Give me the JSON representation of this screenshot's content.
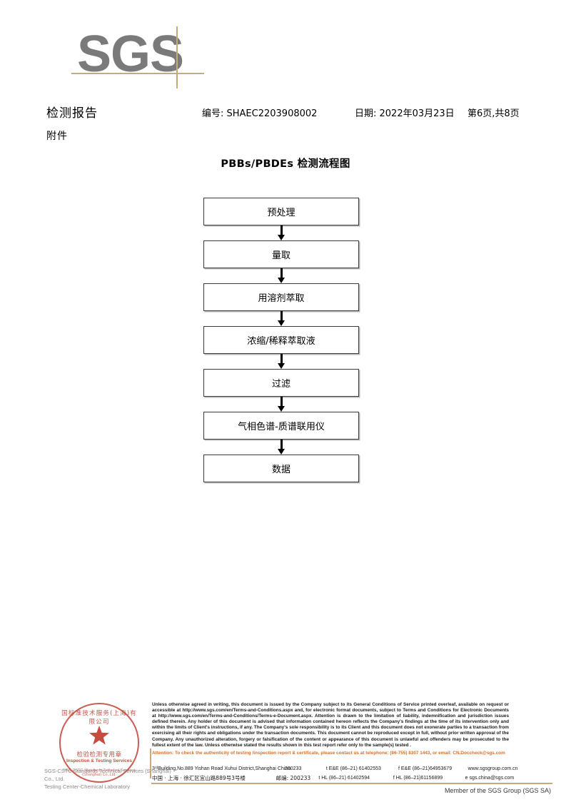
{
  "logo": {
    "text": "SGS",
    "accent_color": "#c9a87c",
    "text_color": "#7a7a7a"
  },
  "header": {
    "title": "检测报告",
    "subtitle": "附件",
    "report_no": "编号: SHAEC2203908002",
    "date": "日期: 2022年03月23日",
    "page": "第6页,共8页"
  },
  "flowchart": {
    "title": "PBBs/PBDEs 检测流程图",
    "steps": [
      {
        "label": "预处理"
      },
      {
        "label": "量取"
      },
      {
        "label": "用溶剂萃取"
      },
      {
        "label": "浓缩/稀释萃取液"
      },
      {
        "label": "过滤"
      },
      {
        "label": "气相色谱-质谱联用仪"
      },
      {
        "label": "数据"
      }
    ]
  },
  "stamp": {
    "arc_top": "国标准技术服务(上海)有限公司",
    "center_cn": "检验检测专用章",
    "center_en": "Inspection & Testing Services",
    "arc_bottom": "SGS-CSTC Standards Technical Services (Shanghai) Co.,Ltd.",
    "color": "#c0392b"
  },
  "footer": {
    "company_line1": "SGS-CSTC Standards Technical Services (Shanghai) Co., Ltd.",
    "company_line2": "Testing Center-Chemical Laboratory",
    "legal": "Unless otherwise agreed in writing, this document is issued by the Company subject to its General Conditions of Service printed overleaf, available on request or accessible at http://www.sgs.com/en/Terms-and-Conditions.aspx and, for electronic format documents, subject to Terms and Conditions for Electronic Documents at http://www.sgs.com/en/Terms-and-Conditions/Terms-e-Document.aspx. Attention is drawn to the limitation of liability, indemnification and jurisdiction issues defined therein. Any holder of this document is advised that information contained hereon reflects the Company's findings at the time of its intervention only and within the limits of Client's instructions, if any. The Company's sole responsibility is to its Client and this document does not exonerate parties to a transaction from exercising all their rights and obligations under the transaction documents. This document cannot be reproduced except in full, without prior written approval of the Company. Any unauthorized alteration, forgery or falsification of the content or appearance of this document is unlawful and offenders may be prosecuted to the fullest extent of the law. Unless otherwise stated the results shown in this test report refer only to the sample(s) tested .",
    "attention": "Attention: To check the authenticity of testing /inspection report & certificate, please contact us at telephone: (86-755) 8307 1443, or email: CN.Doccheck@sgs.com",
    "address_en": "3ʳᵈBuilding,No.889 Yishan Road Xuhui District,Shanghai China",
    "postcode_en": "200233",
    "phone_en_1": "t E&E (86–21) 61402553",
    "phone_en_2": "f E&E (86–21)64953679",
    "web": "www.sgsgroup.com.cn",
    "address_cn": "中国 · 上海 · 徐汇区宜山路889号3号楼",
    "postcode_cn": "邮编: 200233",
    "phone_cn_1": "t HL (86–21) 61402594",
    "phone_cn_2": "f HL (86–21)61156899",
    "email": "e  sgs.china@sgs.com",
    "member": "Member of the SGS Group (SGS SA)",
    "accent_color": "#c9a87c"
  }
}
